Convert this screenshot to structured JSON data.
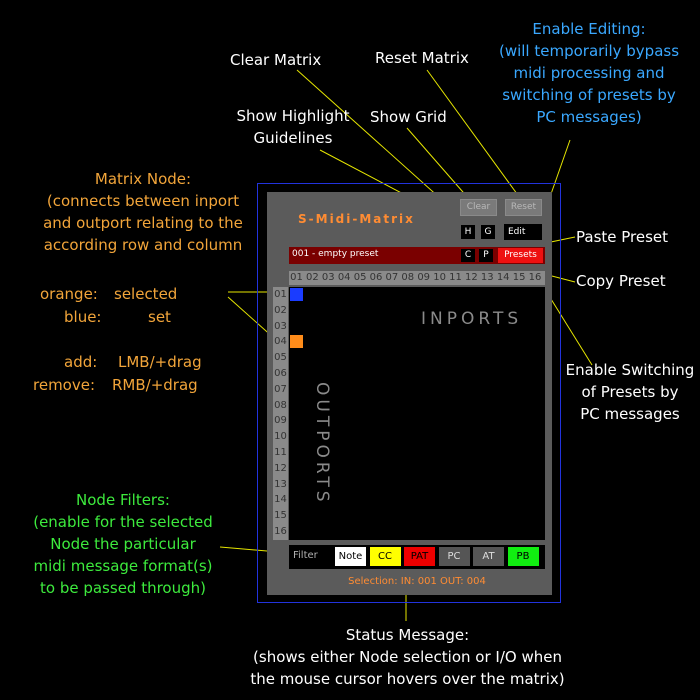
{
  "annotations": {
    "enable_editing": {
      "lines": [
        "Enable Editing:",
        "(will temporarily bypass",
        "midi processing and",
        "switching of presets by",
        "PC messages)"
      ]
    },
    "clear_matrix": "Clear Matrix",
    "reset_matrix": "Reset Matrix",
    "show_highlight": {
      "lines": [
        "Show Highlight",
        "Guidelines"
      ]
    },
    "show_grid": "Show Grid",
    "matrix_node": {
      "lines": [
        "Matrix Node:",
        "(connects between inport",
        "and outport relating to the",
        "according row and column"
      ]
    },
    "paste_preset": "Paste Preset",
    "copy_preset": "Copy Preset",
    "legend": {
      "orange_label": "orange:",
      "orange_value": "selected",
      "blue_label": "blue:",
      "blue_value": "set",
      "add_label": "add:",
      "add_value": "LMB/+drag",
      "remove_label": "remove:",
      "remove_value": "RMB/+drag"
    },
    "enable_switching": {
      "lines": [
        "Enable Switching",
        "of Presets by",
        "PC messages"
      ]
    },
    "node_filters": {
      "lines": [
        "Node Filters:",
        "(enable for the selected",
        "Node the particular",
        "midi message format(s)",
        "to be passed through)"
      ]
    },
    "status_message": {
      "lines": [
        "Status Message:",
        "(shows either Node selection or I/O when",
        "the mouse cursor hovers over the matrix)"
      ]
    }
  },
  "plugin": {
    "title": "S-Midi-Matrix",
    "clear_label": "Clear",
    "reset_label": "Reset",
    "highlight_label": "H",
    "grid_label": "G",
    "edit_label": "Edit",
    "preset_name": "001 - empty preset",
    "copy_label": "C",
    "paste_label": "P",
    "presets_label": "Presets",
    "columns": [
      "01",
      "02",
      "03",
      "04",
      "05",
      "06",
      "07",
      "08",
      "09",
      "10",
      "11",
      "12",
      "13",
      "14",
      "15",
      "16"
    ],
    "rows": [
      "01",
      "02",
      "03",
      "04",
      "05",
      "06",
      "07",
      "08",
      "09",
      "10",
      "11",
      "12",
      "13",
      "14",
      "15",
      "16"
    ],
    "inports_label": "INPORTS",
    "outports_label": "OUTPORTS",
    "filter_label": "Filter",
    "filters": [
      {
        "label": "Note",
        "bg": "#ffffff",
        "fg": "#000000"
      },
      {
        "label": "CC",
        "bg": "#ffff00",
        "fg": "#000000"
      },
      {
        "label": "PAT",
        "bg": "#ee0000",
        "fg": "#000000"
      },
      {
        "label": "PC",
        "bg": "#555555",
        "fg": "#dddddd"
      },
      {
        "label": "AT",
        "bg": "#555555",
        "fg": "#dddddd"
      },
      {
        "label": "PB",
        "bg": "#11ee11",
        "fg": "#000000"
      }
    ],
    "status": "Selection:  IN: 001     OUT: 004",
    "nodes": [
      {
        "state": "set",
        "in": 1,
        "out": 1,
        "color": "#1a3cff"
      },
      {
        "state": "selected",
        "in": 1,
        "out": 4,
        "color": "#ff8c1a"
      }
    ]
  }
}
